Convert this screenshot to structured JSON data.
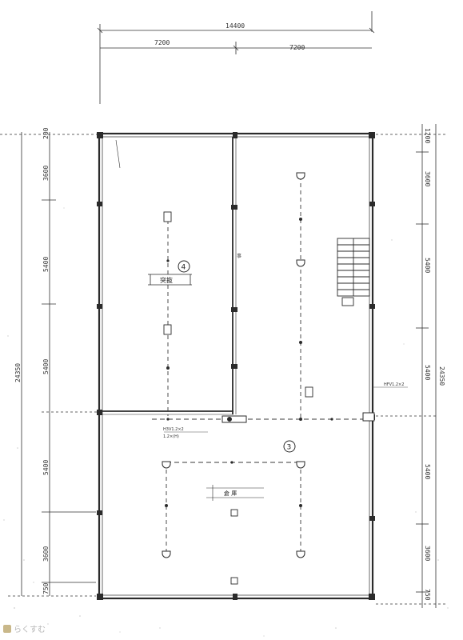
{
  "dimensions": {
    "top_total": "14400",
    "top_left": "7200",
    "top_right": "7200",
    "left_spans": [
      "200",
      "3600",
      "5400",
      "5400",
      "5400",
      "3600",
      "750"
    ],
    "left_total": "24350",
    "right_spans": [
      "1200",
      "3600",
      "5400",
      "5400",
      "5400",
      "3600",
      "750"
    ],
    "right_total": "24350"
  },
  "labels": {
    "circle_4": "4",
    "circle_3": "3",
    "box_label": "突抜",
    "room_label": "事",
    "room_label_2": "倉 庫",
    "annotation_1": "H3V1.2×2",
    "annotation_2": "1.2×(H)",
    "annotation_3": "HFV1.2×2"
  },
  "watermark": {
    "text": "らくすむ"
  },
  "colors": {
    "line": "#2b2b2b",
    "dashed": "#3a3a3a",
    "paper": "#ffffff",
    "watermark": "#b7b7b7"
  }
}
